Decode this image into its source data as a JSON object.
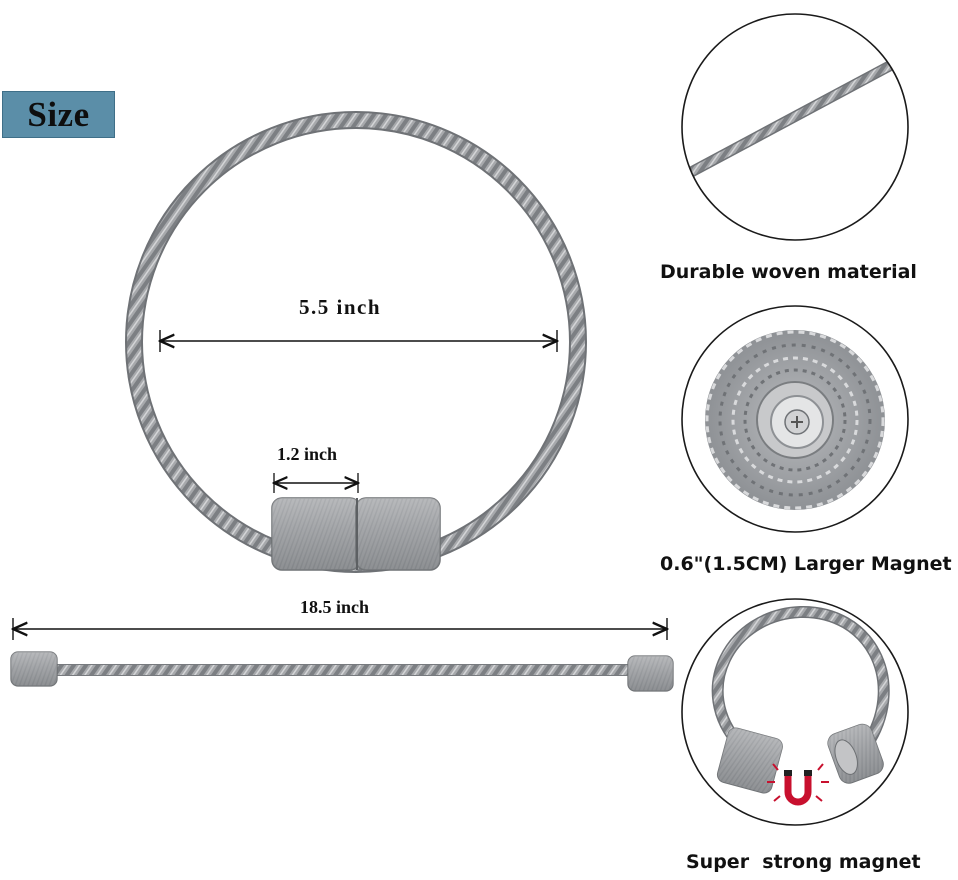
{
  "badge": {
    "label": "Size",
    "color": "#5b8ea8"
  },
  "dimensions": {
    "ring_width": "5.5 inch",
    "magnet_length": "1.2 inch",
    "straight_length": "18.5 inch"
  },
  "features": [
    {
      "caption": "Durable woven material",
      "icon": "woven-rope-closeup"
    },
    {
      "caption": "0.6\"(1.5CM) Larger Magnet",
      "icon": "magnet-end-closeup"
    },
    {
      "caption": "Super  strong magnet",
      "icon": "magnet-ring-closeup"
    }
  ],
  "colors": {
    "rope": "#a3a5a8",
    "rope_dark": "#6d7073",
    "magnet": "#a9abae"
  }
}
